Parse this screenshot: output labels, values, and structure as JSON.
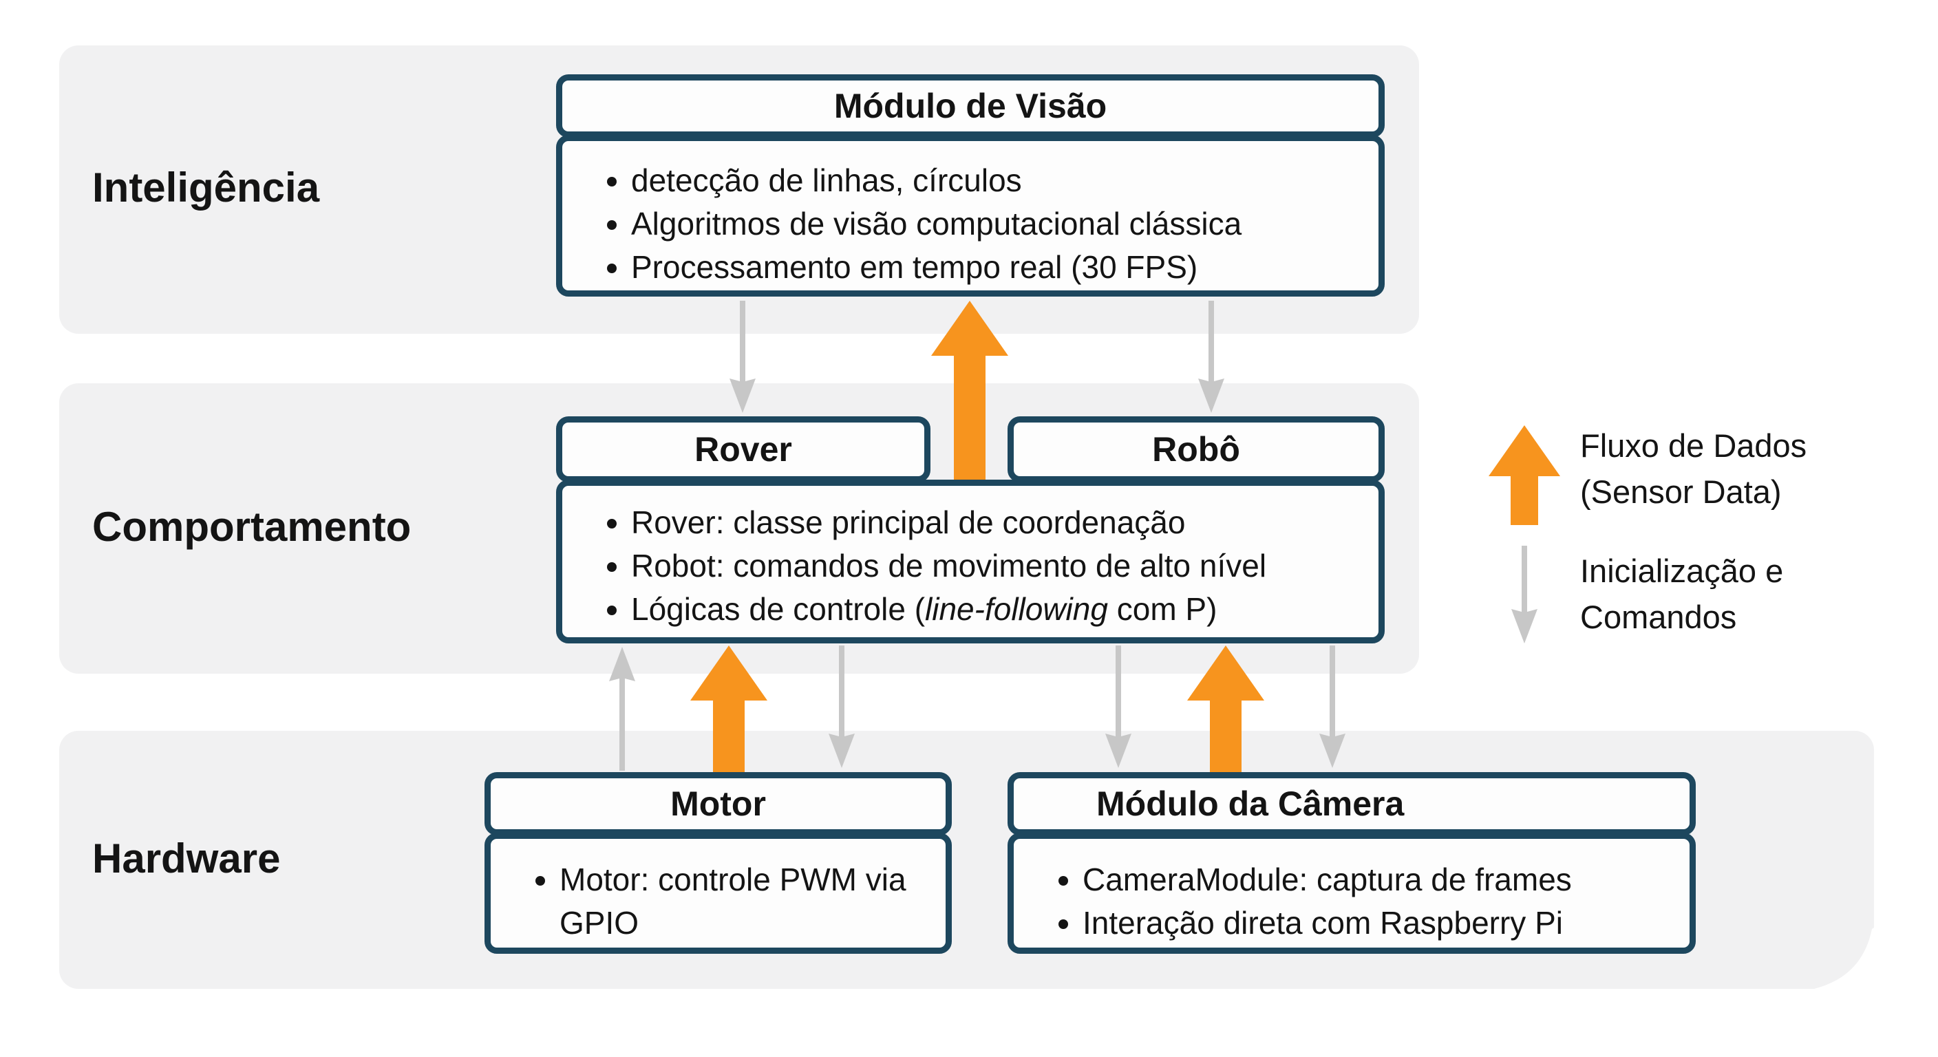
{
  "colors": {
    "accent_orange": "#f7941e",
    "arrow_gray": "#c7c7c7",
    "box_border": "#1d475e",
    "band_bg": "#f1f1f2",
    "box_bg": "#fdfdfd",
    "text": "#141414"
  },
  "layers": {
    "intelligence": "Inteligência",
    "behavior": "Comportamento",
    "hardware": "Hardware"
  },
  "modules": {
    "vision": {
      "title": "Módulo de Visão",
      "bullets": [
        "detecção de linhas, círculos",
        "Algoritmos de visão computacional clássica",
        "Processamento em tempo real (30 FPS)"
      ]
    },
    "behavior": {
      "rover_title": "Rover",
      "robot_title": "Robô",
      "bullets": [
        "Rover: classe principal de coordenação",
        "Robot: comandos de movimento de alto nível"
      ],
      "bullet_logic": {
        "prefix": "Lógicas de controle (",
        "italic": "line-following",
        "suffix": " com P)"
      }
    },
    "motor": {
      "title": "Motor",
      "bullets": [
        "Motor: controle PWM via GPIO"
      ]
    },
    "camera": {
      "title": "Módulo da Câmera",
      "bullets": [
        "CameraModule: captura de frames",
        "Interação direta com Raspberry Pi"
      ]
    }
  },
  "legend": {
    "data_flow": {
      "line1": "Fluxo de Dados",
      "line2": "(Sensor Data)"
    },
    "commands": {
      "line1": "Inicialização e",
      "line2": "Comandos"
    }
  }
}
